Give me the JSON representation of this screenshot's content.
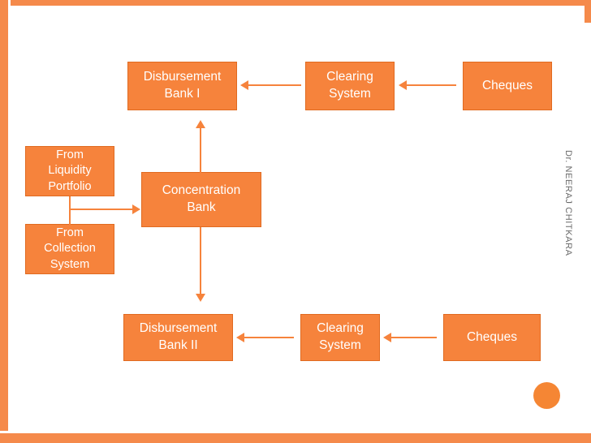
{
  "slide": {
    "side_credit": "Dr. NEERAJ CHITKARA",
    "background_color": "#ffffff",
    "accent_color": "#f6833c"
  },
  "diagram": {
    "type": "flow-diagram",
    "nodes": [
      {
        "id": "disbursement-bank-1",
        "label": "Disbursement\nBank I"
      },
      {
        "id": "clearing-system-top",
        "label": "Clearing\nSystem"
      },
      {
        "id": "cheques-top",
        "label": "Cheques"
      },
      {
        "id": "from-liquidity-portfolio",
        "label": "From\nLiquidity\nPortfolio"
      },
      {
        "id": "concentration-bank",
        "label": "Concentration\nBank"
      },
      {
        "id": "from-collection-system",
        "label": "From\nCollection\nSystem"
      },
      {
        "id": "disbursement-bank-2",
        "label": "Disbursement\nBank II"
      },
      {
        "id": "clearing-system-bottom",
        "label": "Clearing\nSystem"
      },
      {
        "id": "cheques-bottom",
        "label": "Cheques"
      }
    ],
    "edges": [
      {
        "from": "clearing-system-top",
        "to": "disbursement-bank-1",
        "direction": "left"
      },
      {
        "from": "cheques-top",
        "to": "clearing-system-top",
        "direction": "left"
      },
      {
        "from": "concentration-bank",
        "to": "disbursement-bank-1",
        "direction": "up"
      },
      {
        "from": "from-liquidity-portfolio",
        "to": "concentration-bank",
        "direction": "right"
      },
      {
        "from": "from-collection-system",
        "to": "concentration-bank",
        "direction": "right"
      },
      {
        "from": "concentration-bank",
        "to": "disbursement-bank-2",
        "direction": "down"
      },
      {
        "from": "clearing-system-bottom",
        "to": "disbursement-bank-2",
        "direction": "left"
      },
      {
        "from": "cheques-bottom",
        "to": "clearing-system-bottom",
        "direction": "left"
      }
    ]
  }
}
